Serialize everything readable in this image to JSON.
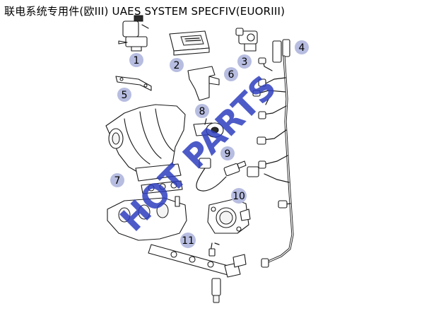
{
  "title": "联电系统专用件(欧III) UAES SYSTEM SPECFIV(EUORIII)",
  "watermark": "HOT PARTS",
  "callouts": [
    "1",
    "2",
    "3",
    "4",
    "5",
    "6",
    "7",
    "8",
    "9",
    "10",
    "11"
  ],
  "colors": {
    "callout_bubble": "#b7bde0",
    "watermark": "#2f3fbf"
  }
}
